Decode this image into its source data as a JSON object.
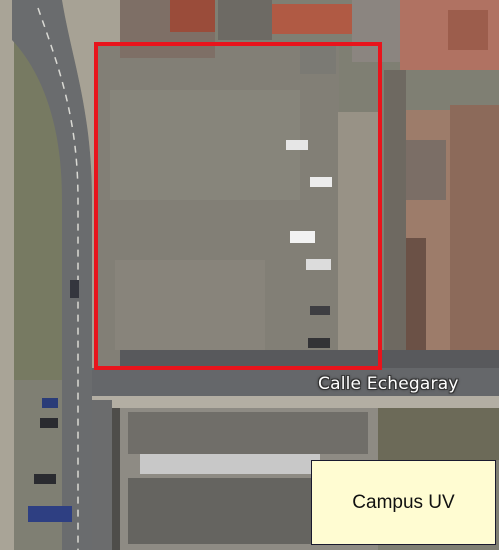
{
  "map": {
    "street_label": "Calle Echegaray",
    "place_label": "Campus UV",
    "highlight_color": "#e8141c",
    "callout_background": "#fffcd2",
    "view": "satellite"
  }
}
